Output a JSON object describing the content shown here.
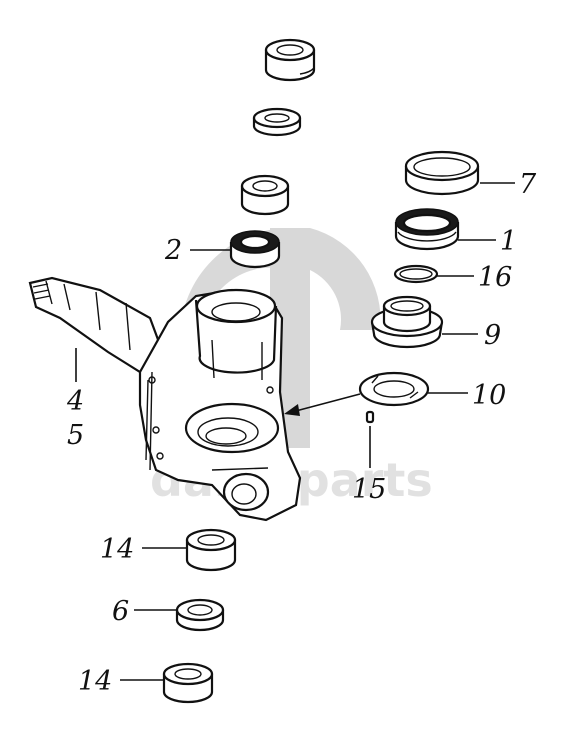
{
  "labels": {
    "l1": "1",
    "l2": "2",
    "l4": "4",
    "l5": "5",
    "l6": "6",
    "l7": "7",
    "l9": "9",
    "l10": "10",
    "l14a": "14",
    "l14b": "14",
    "l15": "15",
    "l16": "16"
  },
  "watermark": {
    "text": "dalm-parts",
    "color": "#d2d2d2"
  },
  "colors": {
    "ink": "#111111",
    "background": "#ffffff"
  }
}
